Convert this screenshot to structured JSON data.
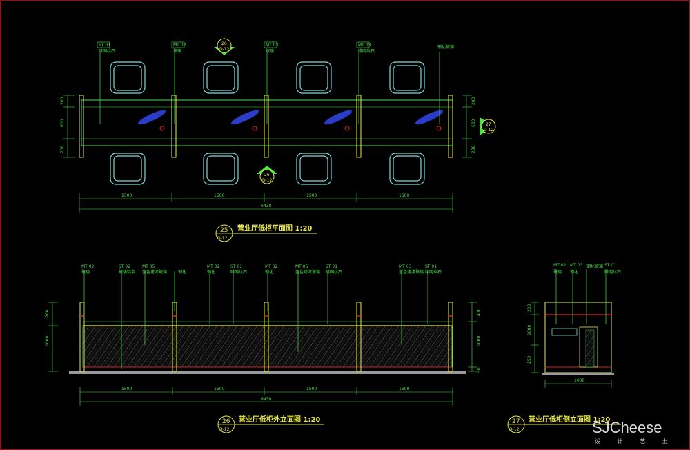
{
  "drawings": {
    "plan": {
      "title": "营业厅低柜平面图 1:20",
      "bubble_num": "25",
      "bubble_sheet": "D-12",
      "dims_bottom": [
        "1500",
        "1500",
        "1500",
        "1500"
      ],
      "dim_total": "6430",
      "dims_left": [
        "200",
        "600",
        "200"
      ],
      "dims_right": [
        "280",
        "600",
        "280"
      ],
      "section_top": {
        "num": "26",
        "sheet": "D-12"
      },
      "section_bottom": {
        "num": "26",
        "sheet": "D-12"
      },
      "section_right": {
        "num": "27",
        "sheet": "D-12"
      },
      "tags": [
        {
          "code": "ST 01",
          "desc": "啡网纹石"
        },
        {
          "code": "MT 02",
          "desc": "玻璃"
        },
        {
          "code": "MT 03",
          "desc": "玻璃"
        },
        {
          "code": "MT 03",
          "desc": "啡网纹石"
        },
        {
          "code": "",
          "desc": "钢化玻璃"
        }
      ]
    },
    "front_elevation": {
      "title": "营业厅低柜外立面图 1:20",
      "bubble_num": "26",
      "bubble_sheet": "D-12",
      "dims_bottom": [
        "1500",
        "1500",
        "1500",
        "1500"
      ],
      "dim_total": "6430",
      "dims_left": [
        "200",
        "1000"
      ],
      "dims_right": [
        "400",
        "1000",
        "50"
      ],
      "tags": [
        {
          "code": "MT 02",
          "desc": "玻璃"
        },
        {
          "code": "ST 02",
          "desc": "玻璃铝条"
        },
        {
          "code": "MT 05",
          "desc": "蓝色烤漆玻璃"
        },
        {
          "code": "",
          "desc": "钢化"
        },
        {
          "code": "MT 02",
          "desc": "钢化"
        },
        {
          "code": "ST 01",
          "desc": "啡网纹石"
        },
        {
          "code": "MT 02",
          "desc": "钢化"
        },
        {
          "code": "MT 05",
          "desc": "蓝色烤漆玻璃"
        },
        {
          "code": "ST 01",
          "desc": "啡网纹石"
        },
        {
          "code": "MT 03",
          "desc": "蓝色烤漆玻璃"
        },
        {
          "code": "ST 01",
          "desc": "啡网纹石"
        }
      ]
    },
    "side_elevation": {
      "title": "营业厅低柜侧立面图 1:20",
      "bubble_num": "27",
      "bubble_sheet": "D-12",
      "dim_bottom": "1000",
      "dims_left": [
        "200",
        "1000",
        "250"
      ],
      "tags": [
        {
          "code": "MT 02",
          "desc": "玻璃"
        },
        {
          "code": "MT 03",
          "desc": "钢化"
        },
        {
          "code": "",
          "desc": "钢化玻璃"
        },
        {
          "code": "ST 01",
          "desc": "啡网纹石"
        }
      ]
    }
  },
  "watermark": {
    "brand": "SJCheese",
    "sub": "设 计 艺 土"
  },
  "colors": {
    "background": "#000000",
    "frame": "#7a1d1d",
    "green": "#49e24a",
    "yellow": "#e8e84a",
    "cyan": "#7fd8d8",
    "white": "#ffffff",
    "red": "#e02020",
    "blue": "#2a3cc8"
  }
}
